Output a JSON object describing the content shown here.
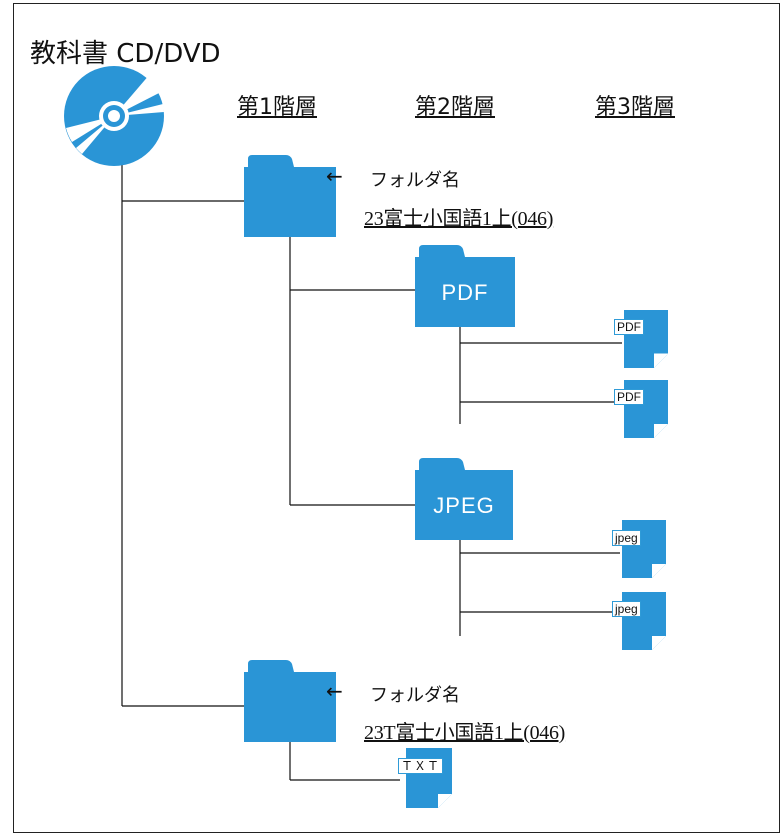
{
  "title": "教科書 CD/DVD",
  "levels": [
    "第1階層",
    "第2階層",
    "第3階層"
  ],
  "folder_name_note": "フォルダ名",
  "arrow_symbol": "←",
  "folder1_name": "23富士小国語1上(046)",
  "folder2_name": "23T富士小国語1上(046)",
  "subfolders": [
    "PDF",
    "JPEG"
  ],
  "files": {
    "pdf": [
      "PDF",
      "PDF"
    ],
    "jpeg": [
      "jpeg",
      "jpeg"
    ],
    "txt": "ＴＸＴ"
  },
  "colors": {
    "accent": "#2a95d6",
    "line": "#111111"
  },
  "icons": {
    "disc": "cd-dvd-icon",
    "folder": "folder-icon",
    "file": "document-icon"
  }
}
